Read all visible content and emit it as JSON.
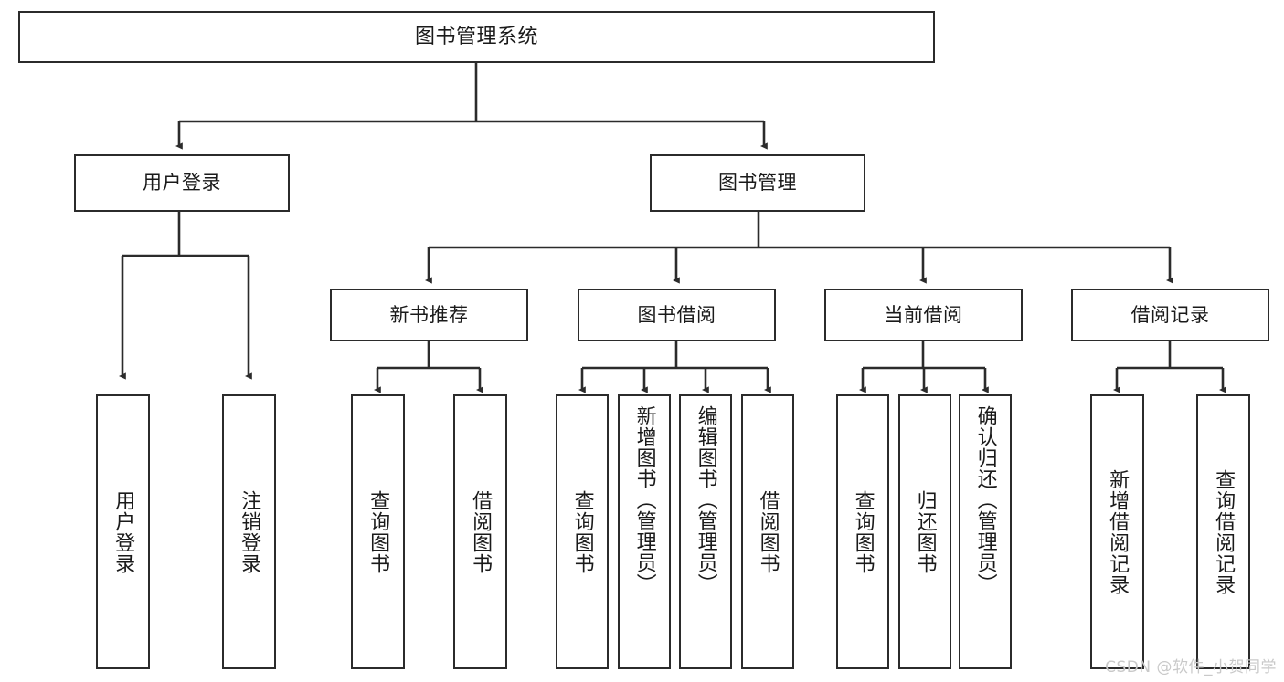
{
  "diagram": {
    "title": "图书管理系统",
    "type": "tree-hierarchy",
    "watermark": "CSDN @软件_小贺同学",
    "colors": {
      "stroke": "#2b2b2b",
      "fill": "#ffffff",
      "text": "#1a1a1a",
      "watermark": "#c9c9c9"
    },
    "levels": {
      "root": {
        "label": "图书管理系统"
      },
      "level2": [
        {
          "id": "user-login",
          "label": "用户登录"
        },
        {
          "id": "book-manage",
          "label": "图书管理"
        }
      ],
      "level3": [
        {
          "id": "new-book-rec",
          "label": "新书推荐",
          "parent": "book-manage"
        },
        {
          "id": "book-borrow",
          "label": "图书借阅",
          "parent": "book-manage"
        },
        {
          "id": "current-borrow",
          "label": "当前借阅",
          "parent": "book-manage"
        },
        {
          "id": "borrow-record",
          "label": "借阅记录",
          "parent": "book-manage"
        }
      ],
      "leaves": [
        {
          "id": "leaf-user-login",
          "label": "用户登录",
          "parent": "user-login"
        },
        {
          "id": "leaf-logout",
          "label": "注销登录",
          "parent": "user-login"
        },
        {
          "id": "leaf-query-book-1",
          "label": "查询图书",
          "parent": "new-book-rec"
        },
        {
          "id": "leaf-borrow-book-1",
          "label": "借阅图书",
          "parent": "new-book-rec"
        },
        {
          "id": "leaf-query-book-2",
          "label": "查询图书",
          "parent": "book-borrow"
        },
        {
          "id": "leaf-add-book",
          "label": "新增图书（管理员）",
          "parent": "book-borrow"
        },
        {
          "id": "leaf-edit-book",
          "label": "编辑图书（管理员）",
          "parent": "book-borrow"
        },
        {
          "id": "leaf-borrow-book-2",
          "label": "借阅图书",
          "parent": "book-borrow"
        },
        {
          "id": "leaf-query-book-3",
          "label": "查询图书",
          "parent": "current-borrow"
        },
        {
          "id": "leaf-return-book",
          "label": "归还图书",
          "parent": "current-borrow"
        },
        {
          "id": "leaf-confirm-return",
          "label": "确认归还（管理员）",
          "parent": "current-borrow"
        },
        {
          "id": "leaf-add-record",
          "label": "新增借阅记录",
          "parent": "borrow-record"
        },
        {
          "id": "leaf-query-record",
          "label": "查询借阅记录",
          "parent": "borrow-record"
        }
      ]
    }
  }
}
